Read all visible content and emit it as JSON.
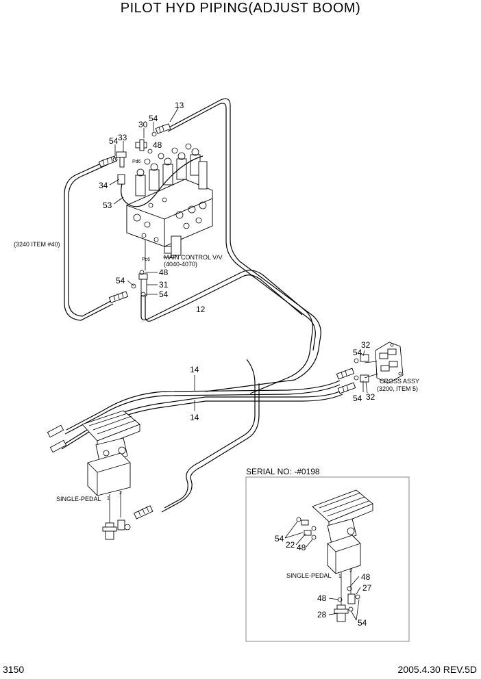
{
  "title": "PILOT HYD PIPING(ADJUST BOOM)",
  "page_number": "3150",
  "revision": "2005.4.30  REV.5D",
  "serial_note": "SERIAL NO: -#0198",
  "callouts": {
    "c13": "13",
    "c30": "30",
    "c54a": "54",
    "c54b": "54",
    "c33": "33",
    "c48a": "48",
    "c34": "34",
    "c53": "53",
    "c48b": "48",
    "c54c": "54",
    "c31": "31",
    "c54d": "54",
    "c12": "12",
    "c14a": "14",
    "c14b": "14",
    "c32a": "32",
    "c54e": "54",
    "c54f": "54",
    "c32b": "32",
    "c54g": "54",
    "c22": "22",
    "c48c": "48",
    "c48d": "48",
    "c27": "27",
    "c48e": "48",
    "c28": "28",
    "c54h": "54"
  },
  "labels": {
    "ref_3240": "(3240 ITEM #40)",
    "main_cv": "MAIN CONTROL V/V",
    "main_cv_range": "(4040-4070)",
    "pd6": "Pd6",
    "pc6": "Pc6",
    "cross_assy": "CROSS ASSY",
    "cross_ref": "(3200, ITEM 5)",
    "single_pedal_a": "SINGLE-PEDAL",
    "single_pedal_b": "SINGLE-PEDAL",
    "port1": "1",
    "port2": "2",
    "port1b": "1",
    "port2b": "2"
  }
}
